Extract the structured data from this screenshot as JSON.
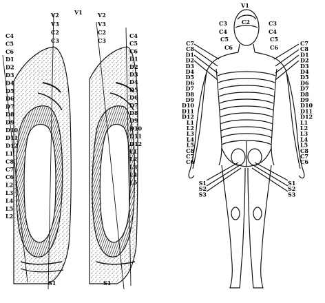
{
  "top_labels": {
    "v1": "V1",
    "v2": "V2",
    "v3": "V3",
    "c2": "C2",
    "c3": "C3"
  },
  "left_panel_left_column": [
    "C4",
    "C5",
    "C6",
    "D1",
    "D2",
    "D3",
    "D4",
    "D5",
    "D6",
    "D7",
    "D8",
    "D9",
    "D10",
    "D11",
    "D12",
    "L1",
    "C8",
    "C7",
    "C6",
    "L2",
    "L3",
    "L4",
    "L5",
    "L2"
  ],
  "left_panel_right_column": [
    "C4",
    "C5",
    "C6",
    "D1",
    "D2",
    "D3",
    "D4",
    "D5",
    "D6",
    "D7",
    "D8",
    "D9",
    "D10",
    "D11",
    "D12",
    "L1",
    "L2",
    "L3",
    "L4",
    "L5"
  ],
  "left_panel_bottom": "S1",
  "body_top": {
    "v1": "V1",
    "c2": "C2",
    "c3": "C3",
    "c4": "C4",
    "c5": "C5",
    "c6": "C6"
  },
  "body_left_column": [
    "C7",
    "C8",
    "D1",
    "D2",
    "D3",
    "D4",
    "D5",
    "D6",
    "D7",
    "D8",
    "D9",
    "D10",
    "D11",
    "D12",
    "L1",
    "L2",
    "L3",
    "L4",
    "L5",
    "C8",
    "C7",
    "C6"
  ],
  "body_right_column": [
    "C7",
    "C8",
    "D1",
    "D2",
    "D3",
    "D4",
    "D5",
    "D6",
    "D7",
    "D8",
    "D9",
    "D10",
    "D11",
    "D12",
    "L1",
    "L2",
    "L3",
    "L4",
    "L5",
    "C8",
    "C7",
    "C6"
  ],
  "body_sacral_left": [
    "S1",
    "S2",
    "S3"
  ],
  "body_sacral_right": [
    "S1",
    "S2",
    "S3"
  ]
}
